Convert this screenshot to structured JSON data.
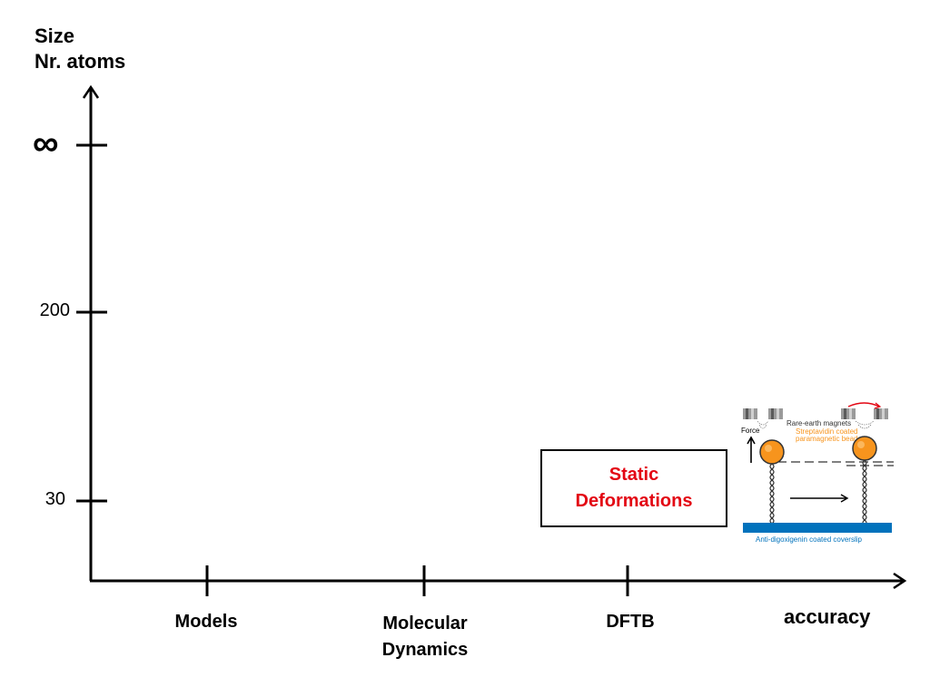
{
  "y_axis": {
    "title_line1": "Size",
    "title_line2": "Nr. atoms",
    "ticks": {
      "infinity": "∞",
      "t200": "200",
      "t30": "30"
    }
  },
  "x_axis": {
    "title": "accuracy",
    "ticks": {
      "models": "Models",
      "md_line1": "Molecular",
      "md_line2": "Dynamics",
      "dftb": "DFTB"
    }
  },
  "box": {
    "line1": "Static",
    "line2": "Deformations",
    "color": "#e30613"
  },
  "illustration": {
    "force": "Force",
    "magnets": "Rare-earth magnets",
    "beads_line1": "Streptavidin coated",
    "beads_line2": "paramagnetic beads",
    "coverslip": "Anti-digoxigenin coated coverslip",
    "bead_color": "#f7941d",
    "beads_text_color": "#f7941d",
    "coverslip_color": "#0072bc",
    "rotation_color": "#e30613"
  }
}
